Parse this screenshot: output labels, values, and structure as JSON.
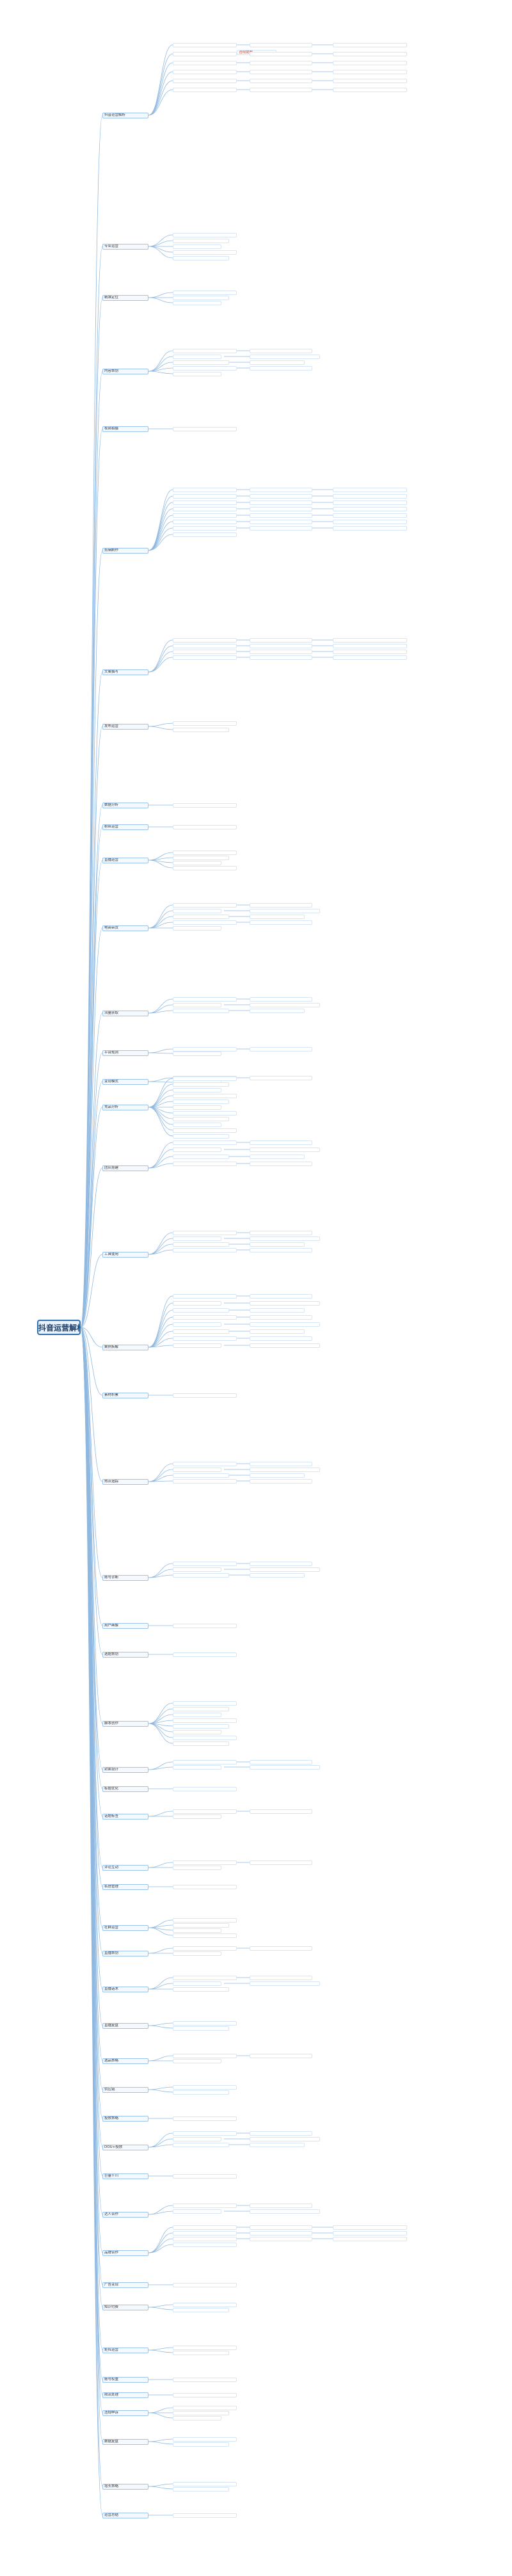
{
  "root": {
    "label": "抖音运营解析"
  },
  "branches": [
    "抖音运营解析",
    "专业运营",
    "精准定位",
    "内容策划",
    "视频拍摄",
    "剪辑制作",
    "文案撰写",
    "发布运营",
    "数据分析",
    "粉丝运营",
    "直播运营",
    "电商带货",
    "流量获取",
    "平台规则",
    "变现模式",
    "竞品分析",
    "团队搭建",
    "工具使用",
    "案例拆解",
    "素材积累",
    "热点追踪",
    "账号诊断",
    "用户画像",
    "选题策划",
    "脚本创作",
    "封面设计",
    "标题优化",
    "话题标签",
    "评论互动",
    "私信管理",
    "社群运营",
    "直播策划",
    "直播话术",
    "直播复盘",
    "选品策略",
    "供应链",
    "投放策略",
    "DOU+投放",
    "巨量千川",
    "达人合作",
    "品牌合作",
    "广告变现",
    "知识付费",
    "矩阵运营",
    "账号权重",
    "限流处理",
    "违规申诉",
    "数据复盘",
    "增长策略",
    "运营总结"
  ],
  "annotation_alert": "违规提醒",
  "colors": {
    "root_border": "#2f6fb3",
    "branch_border": "#9cc3ea",
    "leaf_border": "#d6e6f6",
    "link": "#8fb8e0",
    "alert": "#c0392b"
  }
}
